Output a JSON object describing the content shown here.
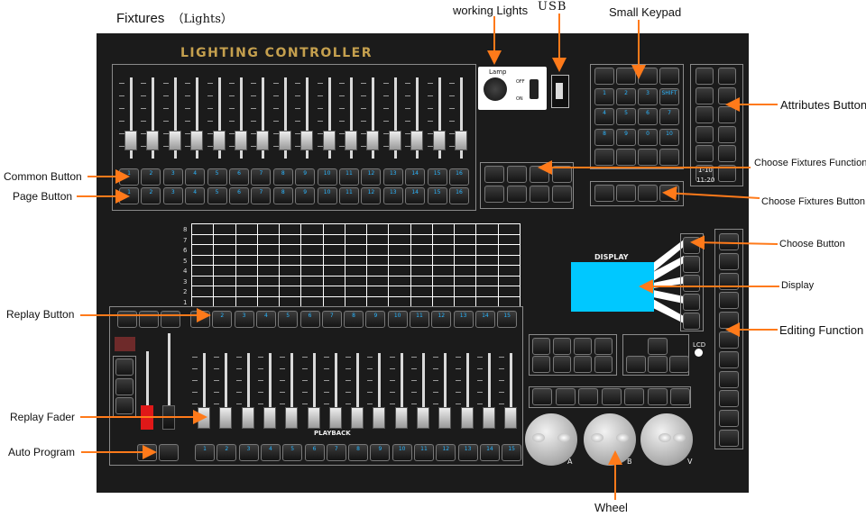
{
  "title": {
    "main": "Fixtures",
    "sub": "（Lights）"
  },
  "brand": "LIGHTING CONTROLLER",
  "labels": {
    "working_lights": "working Lights",
    "usb": "USB",
    "small_keypad": "Small Keypad",
    "attributes_button": "Attributes Button",
    "common_button": "Common Button",
    "page_button": "Page Button",
    "choose_fixtures_function": "Choose Fixtures Function",
    "choose_fixtures_button": "Choose Fixtures Button",
    "choose_button": "Choose Button",
    "display": "Display",
    "editing_function": "Editing Function",
    "replay_button": "Replay Button",
    "replay_fader": "Replay Fader",
    "auto_program": "Auto Program",
    "wheel": "Wheel"
  },
  "panel_text": {
    "lamp": "Lamp",
    "off": "OFF",
    "on": "ON",
    "display": "DISPLAY",
    "lcd": "LCD",
    "playback": "PLAYBACK",
    "wheel_a": "A",
    "wheel_b": "B",
    "wheel_v": "V",
    "range1": "1-10",
    "range2": "11-20"
  },
  "grid_rows": [
    "8",
    "7",
    "6",
    "5",
    "4",
    "3",
    "2",
    "1"
  ],
  "keypad": [
    "1",
    "2",
    "3",
    "SHIFT",
    "4",
    "5",
    "6",
    "7",
    "8",
    "9",
    "0",
    "10"
  ],
  "numbers16": [
    "1",
    "2",
    "3",
    "4",
    "5",
    "6",
    "7",
    "8",
    "9",
    "10",
    "11",
    "12",
    "13",
    "14",
    "15",
    "16"
  ],
  "numbers15": [
    "1",
    "2",
    "3",
    "4",
    "5",
    "6",
    "7",
    "8",
    "9",
    "10",
    "11",
    "12",
    "13",
    "14",
    "15"
  ],
  "colors": {
    "panel": "#1b1b1b",
    "display": "#00c8ff",
    "arrow": "#ff7a1a",
    "brand": "#c5a04e",
    "red": "#e01818"
  }
}
